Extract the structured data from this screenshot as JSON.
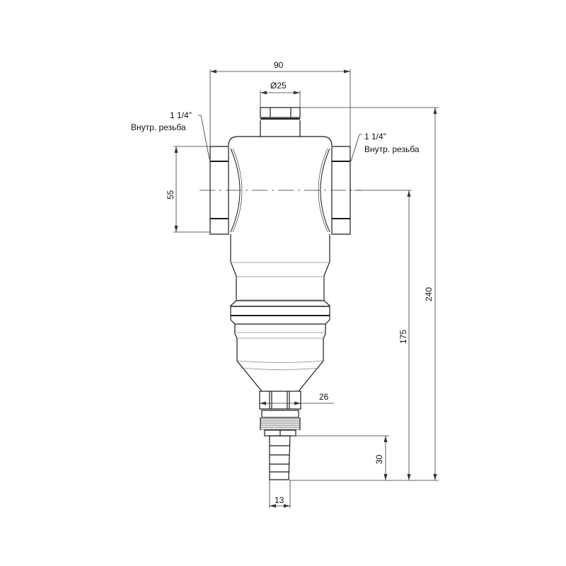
{
  "drawing": {
    "subject": "filter",
    "colors": {
      "line": "#1a1a1a",
      "dim": "#333333",
      "thin": "#777777",
      "background": "#ffffff"
    }
  },
  "dimensions": {
    "overall_width": "90",
    "top_diameter": "Ø25",
    "port_height": "55",
    "bottom_nut": "26",
    "hose_length": "30",
    "hose_diameter": "13",
    "axis_to_bottom": "175",
    "total_height": "240"
  },
  "callouts": {
    "left_port": {
      "size": "1 1/4\"",
      "thread": "Внутр. резьба"
    },
    "right_port": {
      "size": "1 1/4\"",
      "thread": "Внутр. резьба"
    }
  }
}
